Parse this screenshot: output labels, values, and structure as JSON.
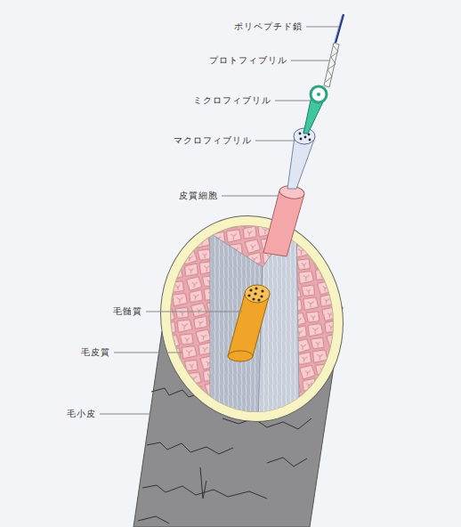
{
  "diagram": {
    "labels": [
      "ポリペプチド鎖",
      "プロトフィブリル",
      "ミクロフィブリル",
      "マクロフィブリル",
      "皮質細胞",
      "毛髄質",
      "毛皮質",
      "毛小皮"
    ]
  }
}
